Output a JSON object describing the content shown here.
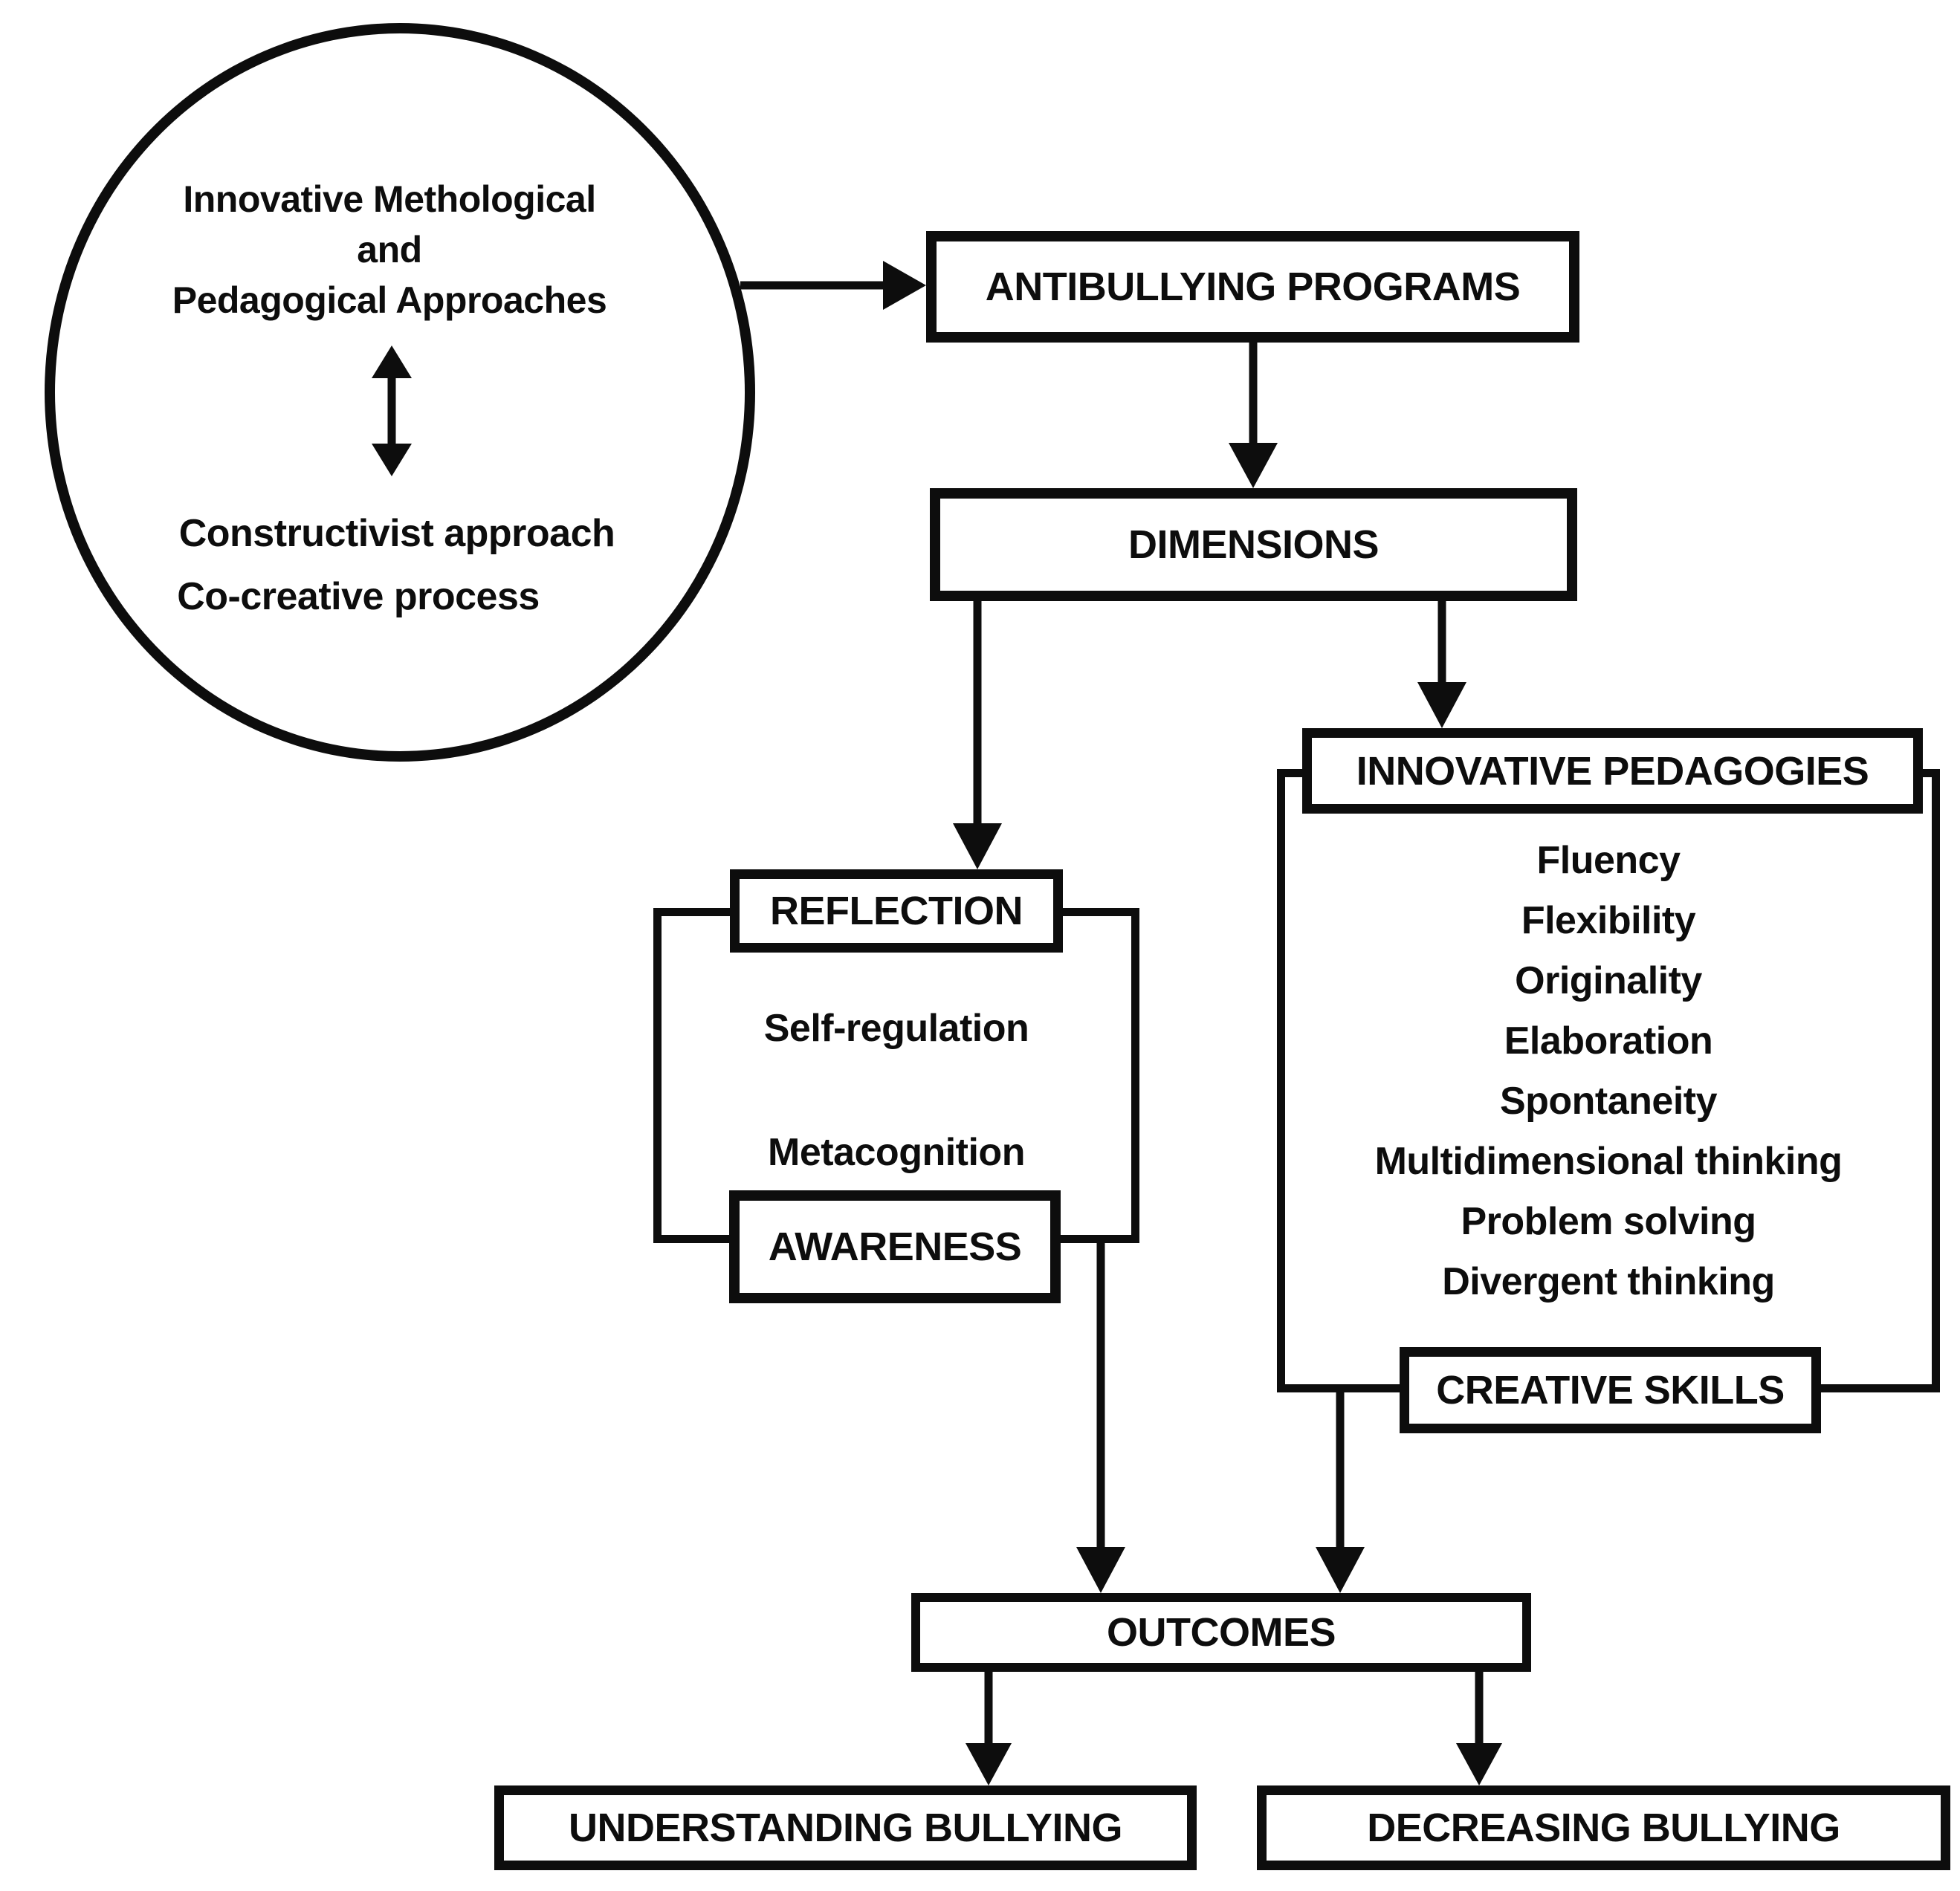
{
  "bubble": {
    "heading_line1": "Innovative Methological",
    "heading_line2": "and",
    "heading_line3": "Pedagogical Approaches",
    "item1": "Constructivist approach",
    "item2": "Co-creative process"
  },
  "nodes": {
    "antibullying_programs": "ANTIBULLYING PROGRAMS",
    "dimensions": "DIMENSIONS",
    "reflection": "REFLECTION",
    "awareness": "AWARENESS",
    "innovative_pedagogies": "INNOVATIVE PEDAGOGIES",
    "creative_skills": "CREATIVE SKILLS",
    "outcomes": "OUTCOMES",
    "understanding_bullying": "UNDERSTANDING BULLYING",
    "decreasing_bullying": "DECREASING BULLYING"
  },
  "reflection_group": {
    "item1": "Self-regulation",
    "item2": "Metacognition"
  },
  "pedagogies_group": {
    "skills": [
      "Fluency",
      "Flexibility",
      "Originality",
      "Elaboration",
      "Spontaneity",
      "Multidimensional thinking",
      "Problem solving",
      "Divergent thinking"
    ]
  },
  "colors": {
    "ink": "#0d0d0d",
    "paper": "#ffffff"
  }
}
